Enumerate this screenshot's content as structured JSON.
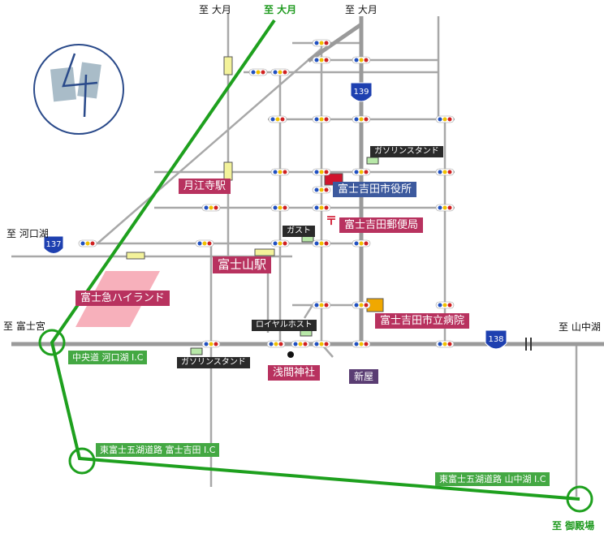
{
  "directions": {
    "otsuki_1": "至 大月",
    "otsuki_green": "至 大月",
    "otsuki_2": "至 大月",
    "kawaguchiko": "至 河口湖",
    "fujinomiya": "至 富士宮",
    "yamanakako": "至 山中湖",
    "gotemba": "至 御殿場"
  },
  "route_numbers": {
    "r137": "137",
    "r139": "139",
    "r138": "138"
  },
  "places": {
    "gekkoji_station": "月江寺駅",
    "fujisan_station": "富士山駅",
    "fujikyu_highland": "富士急ハイランド",
    "city_hall": "富士吉田市役所",
    "post_office": "富士吉田郵便局",
    "post_mark": "〒",
    "hospital": "富士吉田市立病院",
    "sengen_shrine": "浅間神社",
    "araya": "新屋",
    "gas_station_1": "ガソリンスタンド",
    "gas_station_2": "ガソリンスタンド",
    "gusto": "ガスト",
    "royal_host": "ロイヤルホスト"
  },
  "interchanges": {
    "chuo_kawaguchiko": "中央道 河口湖 I.C",
    "higashi_fujigoko_fujiyoshida": "東富士五湖道路 富士吉田 I.C",
    "higashi_fujigoko_yamanakako": "東富士五湖道路 山中湖 I.C"
  },
  "colors": {
    "expressway": "#1ea01e",
    "major_road": "#9a9a9a",
    "minor_road": "#a8a8a8",
    "label_magenta": "#b8325f",
    "label_blue": "#3d5a9e",
    "label_dark": "#2a2a2a",
    "label_green": "#44a843",
    "route_shield": "#1e40b0",
    "highland_area": "#f7b0bb",
    "city_hall_marker": "#d0142c",
    "hospital_marker": "#f0a800"
  },
  "icons": {
    "north_emblem": "north-emblem-icon",
    "traffic_signal": "traffic-signal-icon",
    "shrine_marker": "shrine-dot-icon"
  }
}
